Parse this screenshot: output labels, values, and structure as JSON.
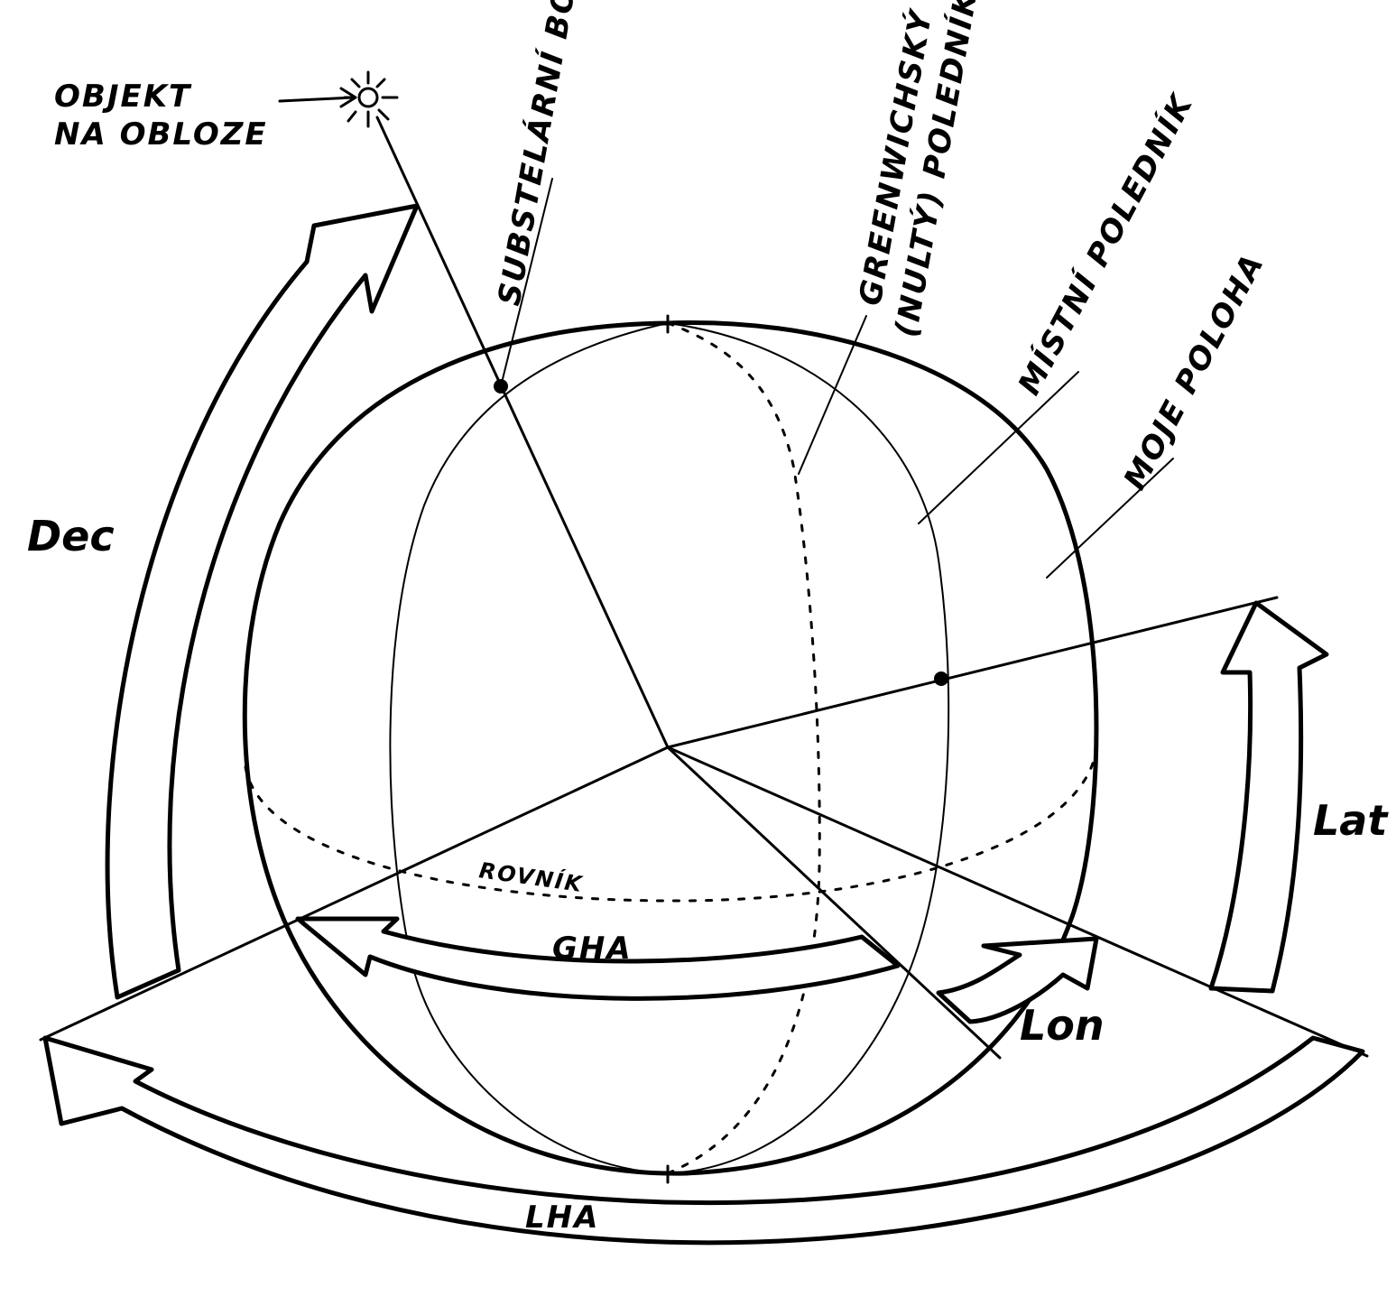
{
  "labels": {
    "object_line1": "OBJEKT",
    "object_line2": "NA OBLOZE",
    "substellar": "SUBSTELÁRNÍ BOD",
    "greenwich_line1": "GREENWICHSKÝ",
    "greenwich_line2": "(NULTÝ) POLEDNÍK",
    "local_meridian": "MÍSTNÍ POLEDNÍK",
    "my_position": "MOJE POLOHA",
    "equator": "ROVNÍK",
    "dec": "Dec",
    "lat": "Lat",
    "gha": "GHA",
    "lon": "Lon",
    "lha": "LHA"
  },
  "colors": {
    "ink": "#000000",
    "paper": "#ffffff"
  },
  "icons": {
    "celestial_object": "star-burst-icon",
    "substellar_point": "dot-marker",
    "my_position_point": "dot-marker"
  }
}
